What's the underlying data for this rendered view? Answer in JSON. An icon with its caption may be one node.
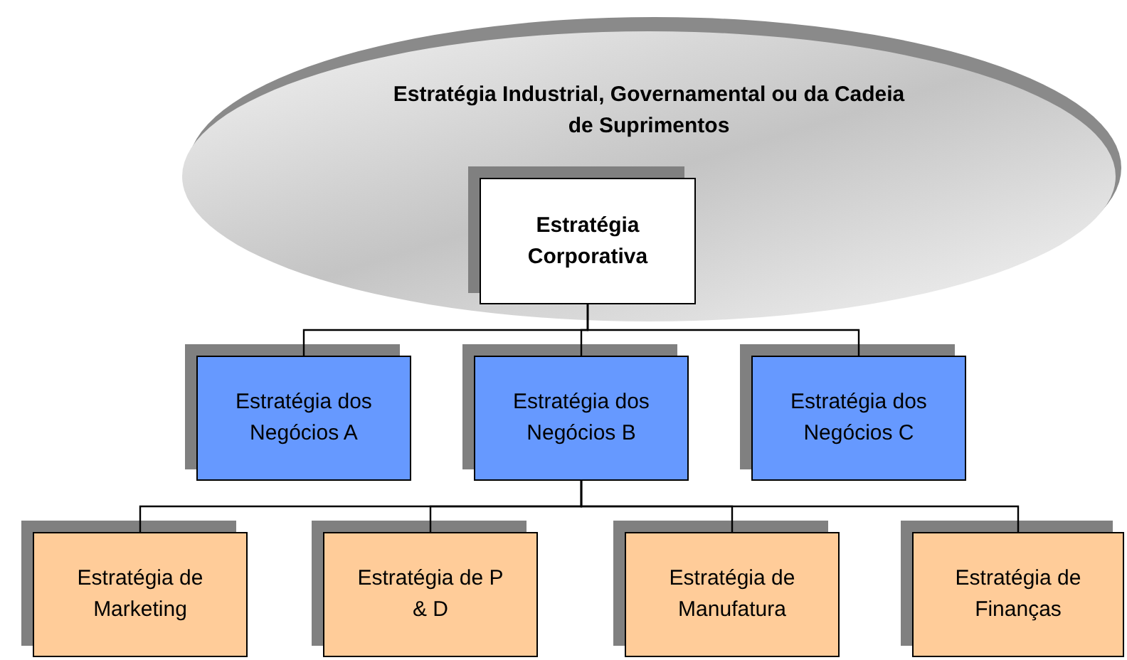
{
  "diagram": {
    "nodes": [
      {
        "text": [
          "Estratégia Industrial, Governamental ou da Cadeia de Suprimentos"
        ]
      },
      {
        "text": [
          "Estratégia Corporativa"
        ],
        "in": 0
      },
      {
        "text": [
          "Estratégia dos Negócios A"
        ]
      },
      {
        "text": [
          "Estratégia dos Negócios B"
        ]
      },
      {
        "text": [
          "Estratégia dos Negócios C"
        ]
      },
      {
        "text": [
          "Estratégia de Marketing"
        ]
      },
      {
        "text": [
          "Estratégia de P & D"
        ]
      },
      {
        "text": [
          "Estratégia de Manufatura"
        ]
      },
      {
        "text": [
          "Estratégia de Finanças"
        ]
      }
    ],
    "edges": [
      {
        "from": 1,
        "to": 2,
        "arrow": "none"
      },
      {
        "from": 1,
        "to": 3,
        "arrow": "none"
      },
      {
        "from": 1,
        "to": 4,
        "arrow": "none"
      },
      {
        "from": 3,
        "to": 5,
        "arrow": "none"
      },
      {
        "from": 3,
        "to": 6,
        "arrow": "none"
      },
      {
        "from": 3,
        "to": 7,
        "arrow": "none"
      },
      {
        "from": 3,
        "to": 8,
        "arrow": "none"
      }
    ]
  }
}
